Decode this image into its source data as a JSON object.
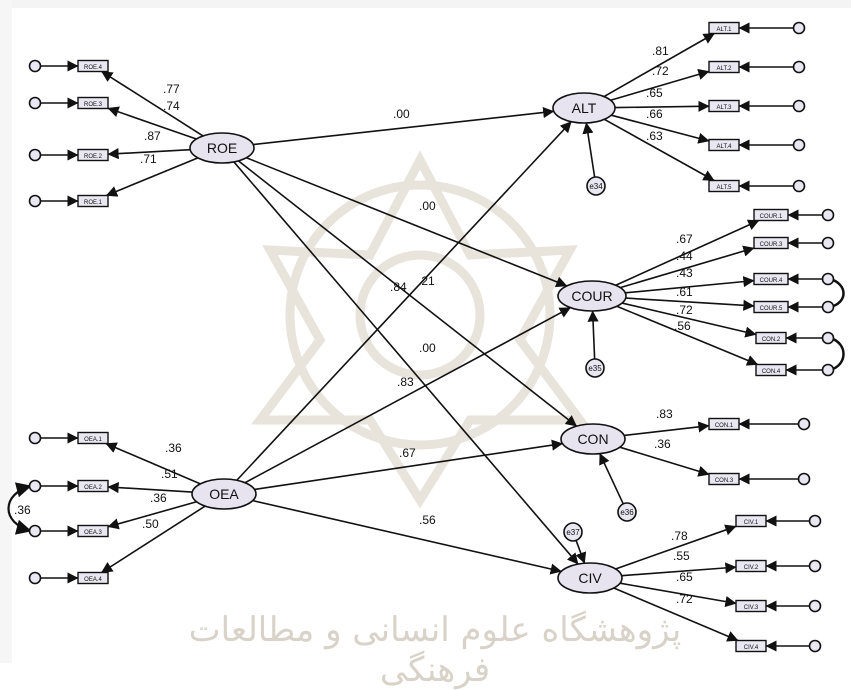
{
  "latents": [
    {
      "id": "ROE",
      "label": "ROE"
    },
    {
      "id": "OEA",
      "label": "OEA"
    },
    {
      "id": "ALT",
      "label": "ALT"
    },
    {
      "id": "COUR",
      "label": "COUR"
    },
    {
      "id": "CON",
      "label": "CON"
    },
    {
      "id": "CIV",
      "label": "CIV"
    }
  ],
  "indicators": [
    {
      "id": "ROE4",
      "label": "ROE.4",
      "factor": "ROE",
      "loading": ".77"
    },
    {
      "id": "ROE3",
      "label": "ROE.3",
      "factor": "ROE",
      "loading": ".74"
    },
    {
      "id": "ROE2",
      "label": "ROE.2",
      "factor": "ROE",
      "loading": ".87"
    },
    {
      "id": "ROE1",
      "label": "ROE.1",
      "factor": "ROE",
      "loading": ".71"
    },
    {
      "id": "OEA1",
      "label": "OEA.1",
      "factor": "OEA",
      "loading": ".36"
    },
    {
      "id": "OEA2",
      "label": "OEA.2",
      "factor": "OEA",
      "loading": ".51"
    },
    {
      "id": "OEA3",
      "label": "OEA.3",
      "factor": "OEA",
      "loading": ".36"
    },
    {
      "id": "OEA4",
      "label": "OEA.4",
      "factor": "OEA",
      "loading": ".50"
    },
    {
      "id": "ALT1",
      "label": "ALT.1",
      "factor": "ALT",
      "loading": ".81"
    },
    {
      "id": "ALT2",
      "label": "ALT.2",
      "factor": "ALT",
      "loading": ".72"
    },
    {
      "id": "ALT3",
      "label": "ALT.3",
      "factor": "ALT",
      "loading": ".65"
    },
    {
      "id": "ALT4",
      "label": "ALT.4",
      "factor": "ALT",
      "loading": ".66"
    },
    {
      "id": "ALT5",
      "label": "ALT.5",
      "factor": "ALT",
      "loading": ".63"
    },
    {
      "id": "COUR1",
      "label": "COUR.1",
      "factor": "COUR",
      "loading": ".67"
    },
    {
      "id": "COUR3",
      "label": "COUR.3",
      "factor": "COUR",
      "loading": ".44"
    },
    {
      "id": "COUR4",
      "label": "COUR.4",
      "factor": "COUR",
      "loading": ".43"
    },
    {
      "id": "COUR5",
      "label": "COUR.5",
      "factor": "COUR",
      "loading": ".61"
    },
    {
      "id": "CON2",
      "label": "CON.2",
      "factor": "COUR",
      "loading": ".72"
    },
    {
      "id": "CON4",
      "label": "CON.4",
      "factor": "COUR",
      "loading": ".56"
    },
    {
      "id": "CONa",
      "label": "CON.1",
      "factor": "CON",
      "loading": ".83"
    },
    {
      "id": "CONb",
      "label": "CON.3",
      "factor": "CON",
      "loading": ".36"
    },
    {
      "id": "CIV1",
      "label": "CIV.1",
      "factor": "CIV",
      "loading": ".78"
    },
    {
      "id": "CIV2",
      "label": "CIV.2",
      "factor": "CIV",
      "loading": ".55"
    },
    {
      "id": "CIV3",
      "label": "CIV.3",
      "factor": "CIV",
      "loading": ".65"
    },
    {
      "id": "CIV4",
      "label": "CIV.4",
      "factor": "CIV",
      "loading": ".72"
    }
  ],
  "paths": [
    {
      "from": "ROE",
      "to": "ALT",
      "coef": ".00"
    },
    {
      "from": "ROE",
      "to": "COUR",
      "coef": ".00"
    },
    {
      "from": "ROE",
      "to": "CON",
      "coef": ".21"
    },
    {
      "from": "ROE",
      "to": "CIV",
      "coef": ".00"
    },
    {
      "from": "OEA",
      "to": "ALT",
      "coef": ".84"
    },
    {
      "from": "OEA",
      "to": "COUR",
      "coef": ".83"
    },
    {
      "from": "OEA",
      "to": "CON",
      "coef": ".67"
    },
    {
      "from": "OEA",
      "to": "CIV",
      "coef": ".56"
    }
  ],
  "disturbances": [
    {
      "id": "e34",
      "label": "e34",
      "target": "ALT"
    },
    {
      "id": "e35",
      "label": "e35",
      "target": "COUR"
    },
    {
      "id": "e36",
      "label": "e36",
      "target": "CON"
    },
    {
      "id": "e37",
      "label": "e37",
      "target": "CIV"
    }
  ],
  "covariances": [
    {
      "between": [
        "OEA2",
        "OEA3"
      ],
      "value": ".36"
    }
  ],
  "watermark": "پژوهشگاه علوم انسانی و مطالعات فرهنگی"
}
